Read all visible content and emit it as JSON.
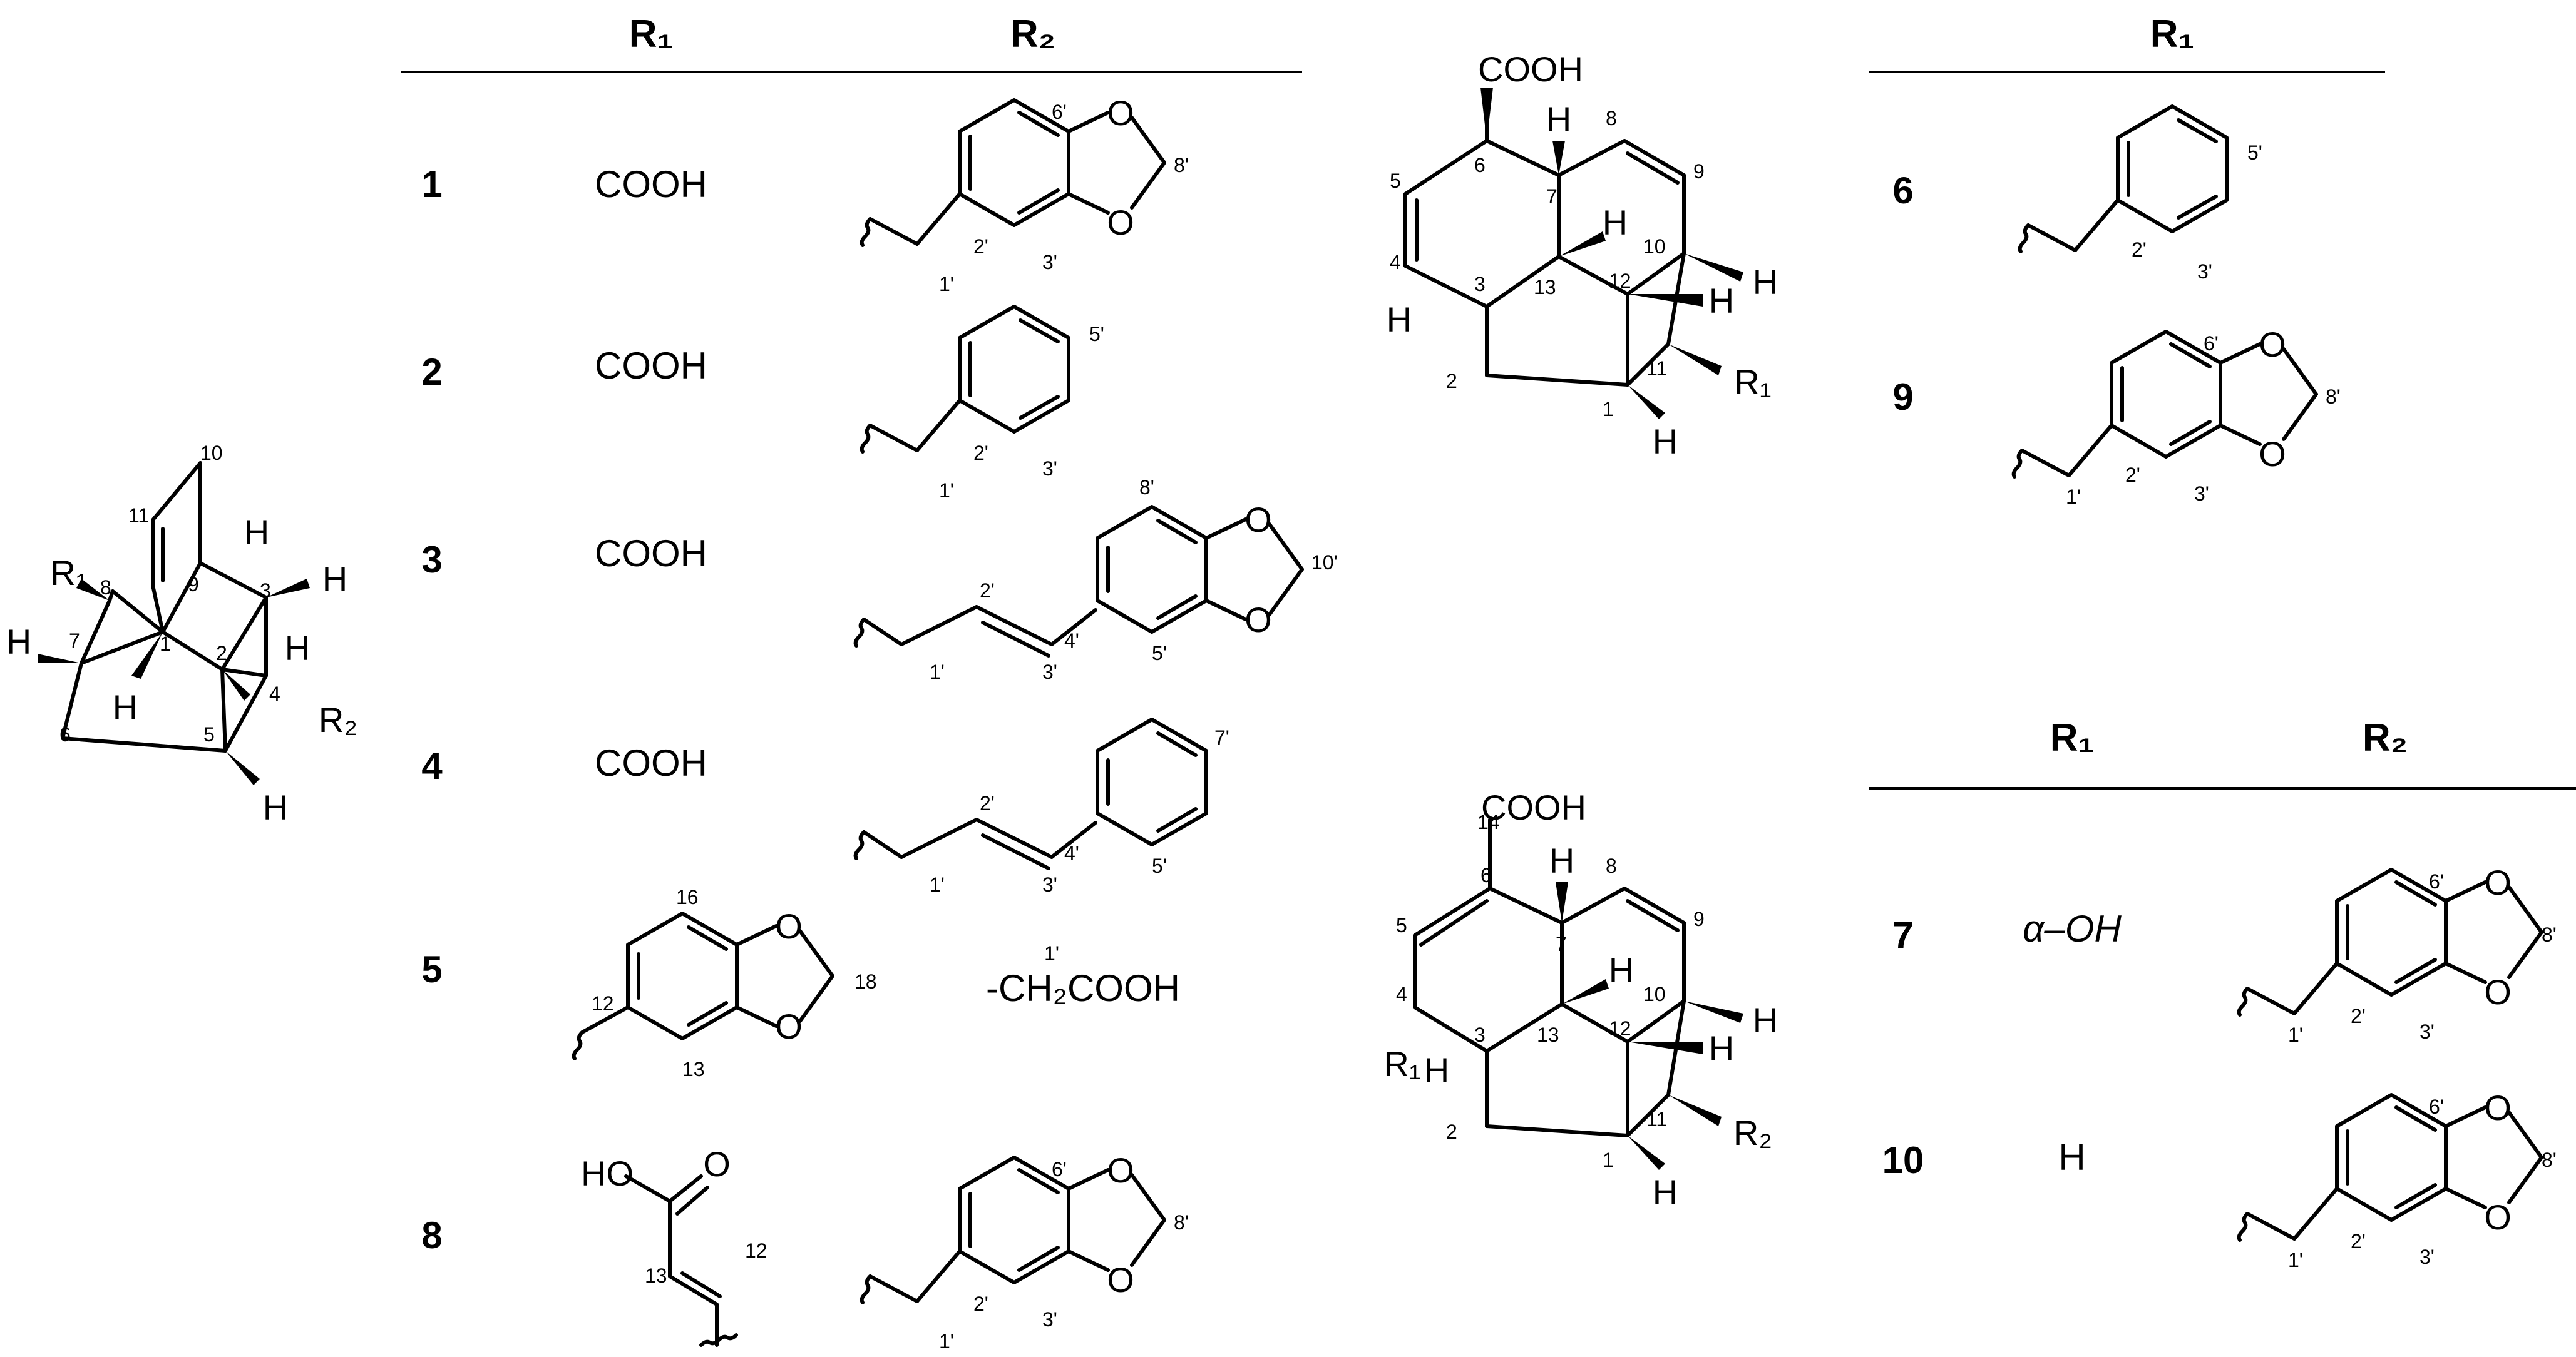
{
  "left_table": {
    "header_r1": "R₁",
    "header_r2": "R₂",
    "rows": [
      {
        "compound": "1",
        "r1": "COOH"
      },
      {
        "compound": "2",
        "r1": "COOH"
      },
      {
        "compound": "3",
        "r1": "COOH"
      },
      {
        "compound": "4",
        "r1": "COOH"
      },
      {
        "compound": "5",
        "r2": "-CH₂COOH"
      },
      {
        "compound": "8"
      }
    ]
  },
  "right_top_table": {
    "header_r1": "R₁",
    "rows": [
      {
        "compound": "6"
      },
      {
        "compound": "9"
      }
    ]
  },
  "right_bottom_table": {
    "header_r1": "R₁",
    "header_r2": "R₂",
    "rows": [
      {
        "compound": "7",
        "r1": "α–OH"
      },
      {
        "compound": "10",
        "r1": "H"
      }
    ]
  },
  "core_top_label": "COOH",
  "core_bottom_label": "COOH",
  "atom_labels": {
    "H": "H",
    "O": "O",
    "R1": "R₁",
    "R2": "R₂",
    "HO": "HO"
  },
  "numbers": {
    "n1": "1",
    "n2": "2",
    "n3": "3",
    "n4": "4",
    "n5": "5",
    "n6": "6",
    "n7": "7",
    "n8": "8",
    "n9": "9",
    "n10": "10",
    "n11": "11",
    "n12": "12",
    "n13": "13",
    "n14": "14",
    "n16": "16",
    "n18": "18",
    "p1": "1'",
    "p2": "2'",
    "p3": "3'",
    "p4": "4'",
    "p5": "5'",
    "p6": "6'",
    "p7": "7'",
    "p8": "8'",
    "p10": "10'"
  }
}
